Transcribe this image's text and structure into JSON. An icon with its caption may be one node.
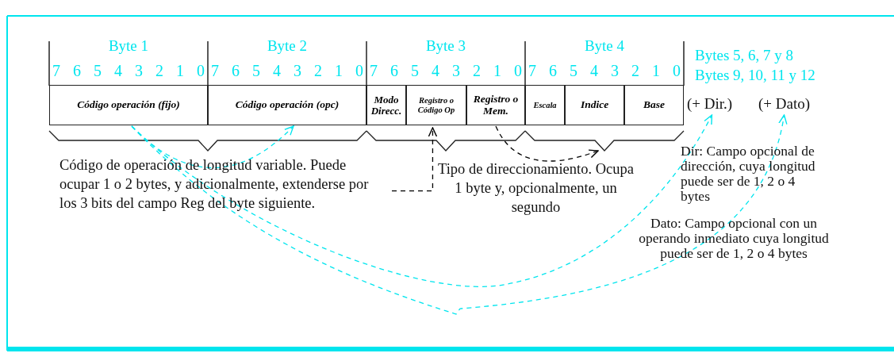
{
  "diagram": {
    "nodes": [
      {
        "text": [
          "Código operación (fijo)"
        ]
      },
      {
        "text": [
          "Código operación (opc)"
        ]
      },
      {
        "text": [
          "Modo Direcc."
        ]
      },
      {
        "text": [
          "Registro o Código Op"
        ]
      },
      {
        "text": [
          "Registro o Mem."
        ]
      },
      {
        "text": [
          "Escala"
        ]
      },
      {
        "text": [
          "Indice"
        ]
      },
      {
        "text": [
          "Base"
        ]
      },
      {
        "text": [
          "(+ Dir.)"
        ]
      },
      {
        "text": [
          "(+ Dato)"
        ]
      },
      {
        "text": [
          "Código de operación de longitud variable. Puede ocupar 1 o 2 bytes, y adicionalmente, extenderse por los 3 bits del campo Reg del byte siguiente."
        ]
      },
      {
        "text": [],
        "shape": "brace"
      }
    ],
    "edges": [
      {
        "from": 0,
        "to": 1,
        "arrow": "to",
        "style": "dashed"
      },
      {
        "from": 10,
        "to": 3,
        "arrow": "to",
        "style": "dashed",
        "color": "#000000"
      },
      {
        "from": 4,
        "to": 11,
        "arrow": "to",
        "style": "dashed",
        "color": "#000000"
      },
      {
        "from": 0,
        "to": 8,
        "arrow": "to",
        "style": "dashed"
      },
      {
        "from": 0,
        "to": 9,
        "arrow": "to",
        "style": "dashed"
      }
    ],
    "labels": [
      "Byte 1",
      "Byte 2",
      "Byte 3",
      "Byte 4",
      "Bytes 5, 6, 7 y 8",
      "7 6 5 4 3 2 1 0",
      "7 6 5 4 3 2 1 0",
      "7 6 5 4 3 2 1 0",
      "7 6 5 4 3 2 1 0",
      "Bytes 9, 10, 11 y 12",
      "Tipo de direccionamiento. Ocupa 1 byte y, opcionalmente, un segundo",
      "Dir: Campo opcional de dirección, cuya longitud puede ser de 1, 2 o 4 bytes",
      "Dato: Campo opcional con un operando inmediato cuya longitud puede ser de 1, 2 o 4 bytes"
    ]
  }
}
